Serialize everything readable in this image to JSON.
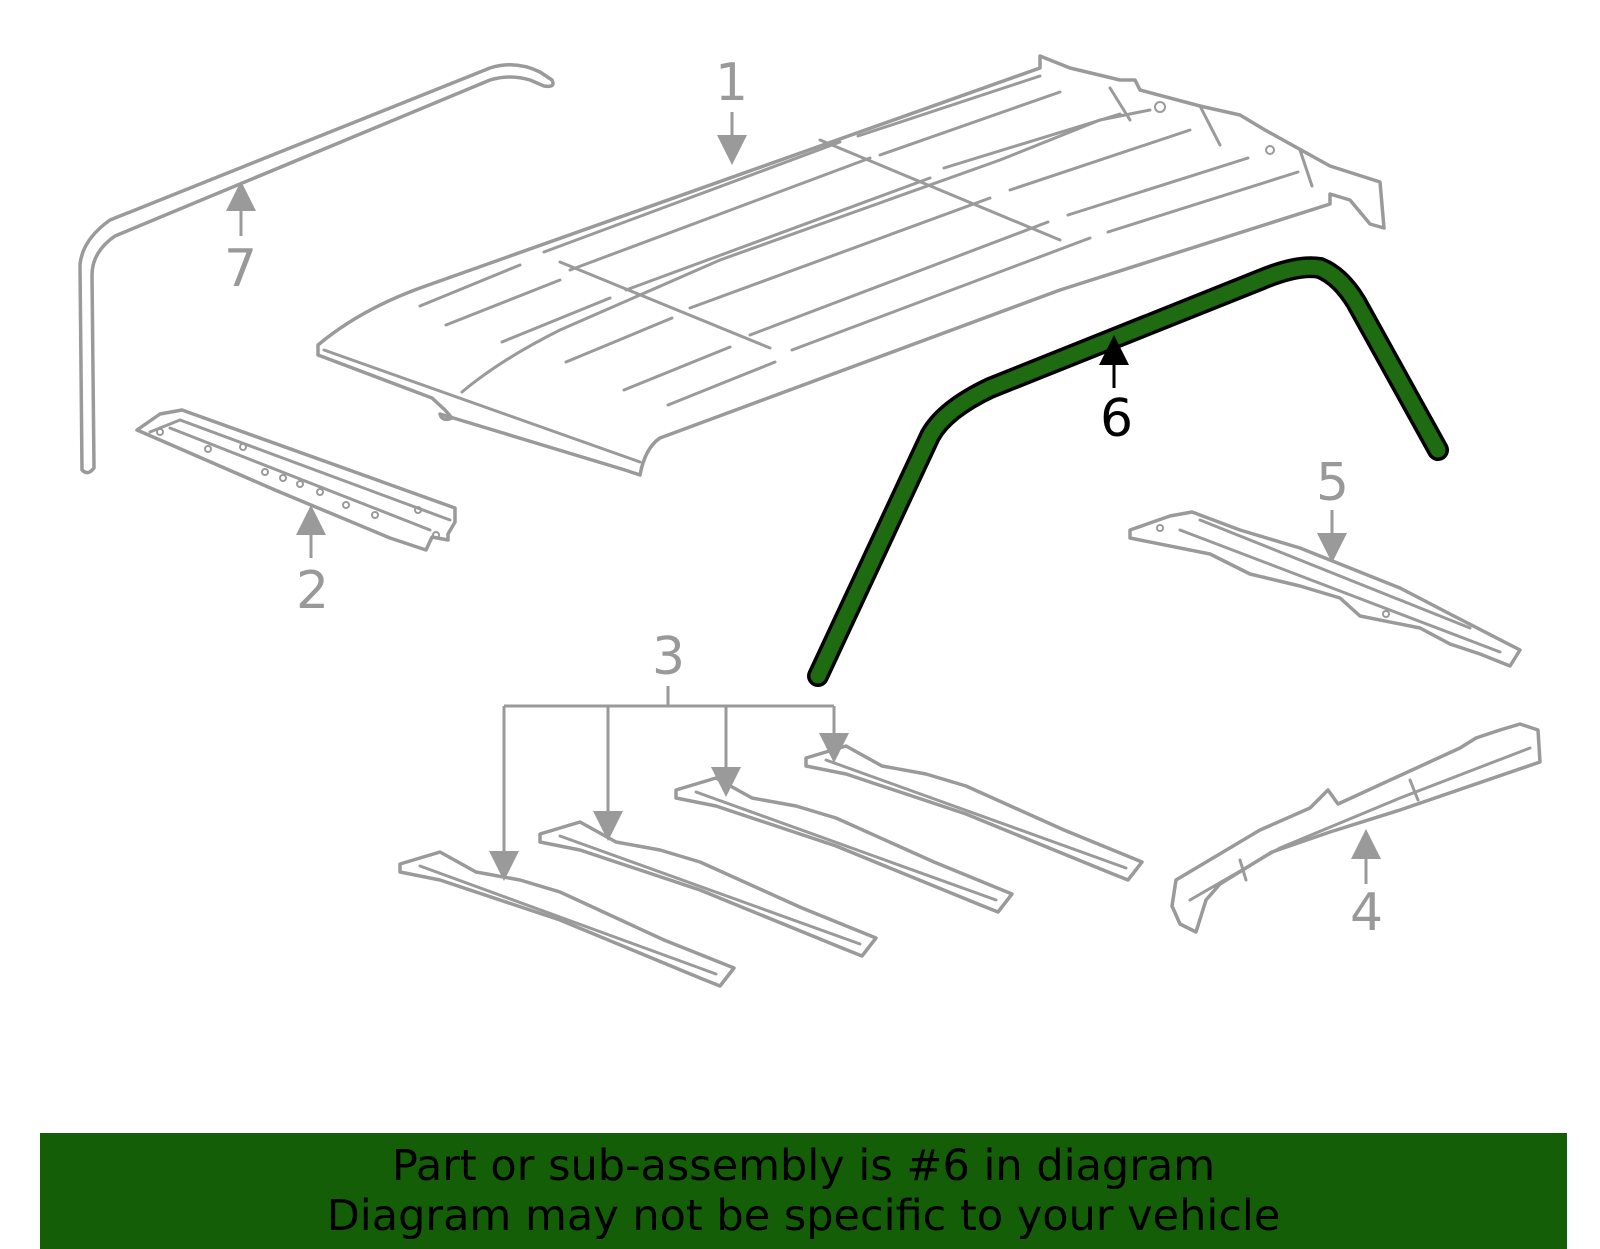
{
  "diagram": {
    "highlight_color": "#1e6b12",
    "line_color": "#9a9a9a",
    "callouts": [
      {
        "id": "1",
        "label": "1",
        "part": "roof-panel"
      },
      {
        "id": "2",
        "label": "2",
        "part": "front-header-bow"
      },
      {
        "id": "3",
        "label": "3",
        "part": "roof-bows"
      },
      {
        "id": "4",
        "label": "4",
        "part": "side-rail-reinforcement"
      },
      {
        "id": "5",
        "label": "5",
        "part": "rear-header-bow"
      },
      {
        "id": "6",
        "label": "6",
        "part": "weatherstrip",
        "highlighted": true
      },
      {
        "id": "7",
        "label": "7",
        "part": "drip-molding"
      }
    ]
  },
  "banner": {
    "background": "#135e07",
    "line1": "Part or sub-assembly is #6 in diagram",
    "line2": "Diagram may not be specific to your vehicle"
  }
}
